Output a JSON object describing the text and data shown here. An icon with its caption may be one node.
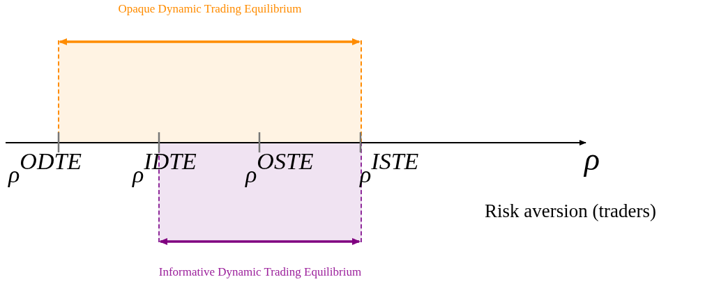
{
  "diagram": {
    "nodes": [
      {
        "text": [
          "Opaque Dynamic Trading Equilibrium"
        ]
      },
      {
        "text": [
          "Informative Dynamic Trading Equilibrium"
        ]
      }
    ],
    "labels": [
      "ρ$^{ODTE}$",
      "ρ$^{IDTE}$",
      "ρ$^{OSTE}$",
      "ρ$^{ISTE}$",
      "ρ",
      "Risk aversion (traders)"
    ]
  }
}
